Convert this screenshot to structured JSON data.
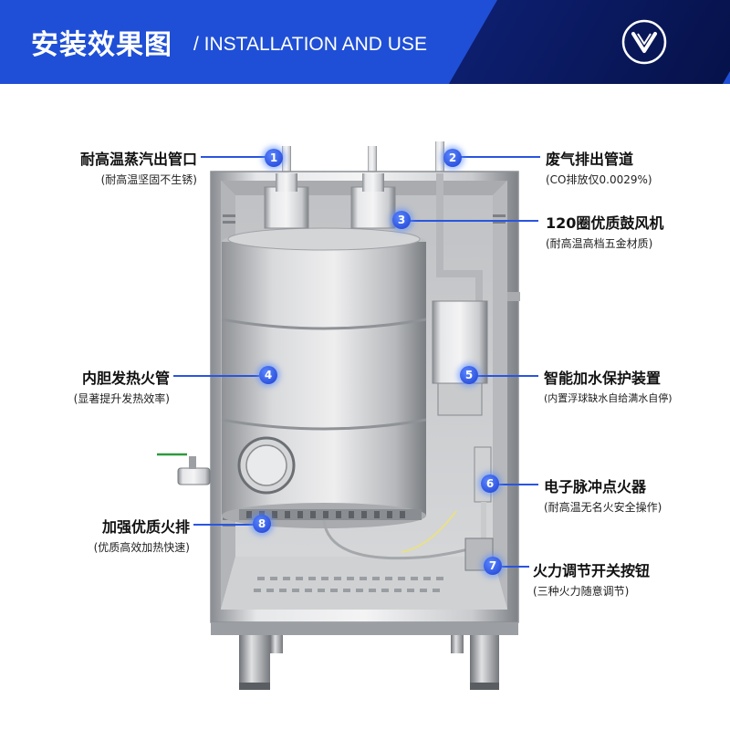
{
  "header": {
    "title_cn": "安装效果图",
    "title_en": "/ INSTALLATION AND USE",
    "icon": "chevron-down-circle-icon"
  },
  "colors": {
    "banner_blue": "#1f4fd6",
    "banner_dark": "#0a1a5e",
    "accent": "#2a55e0"
  },
  "callouts": [
    {
      "num": "1",
      "title": "耐高温蒸汽出管口",
      "sub": "(耐高温坚固不生锈)"
    },
    {
      "num": "2",
      "title": "废气排出管道",
      "sub": "(CO排放仅0.0029%)"
    },
    {
      "num": "3",
      "title": "120圈优质鼓风机",
      "sub": "(耐高温高档五金材质)"
    },
    {
      "num": "4",
      "title": "内胆发热火管",
      "sub": "(显著提升发热效率)"
    },
    {
      "num": "5",
      "title": "智能加水保护装置",
      "sub": "(内置浮球缺水自给满水自停)"
    },
    {
      "num": "6",
      "title": "电子脉冲点火器",
      "sub": "(耐高温无名火安全操作)"
    },
    {
      "num": "7",
      "title": "火力调节开关按钮",
      "sub": "(三种火力随意调节)"
    },
    {
      "num": "8",
      "title": "加强优质火排",
      "sub": "(优质高效加热快速)"
    }
  ]
}
